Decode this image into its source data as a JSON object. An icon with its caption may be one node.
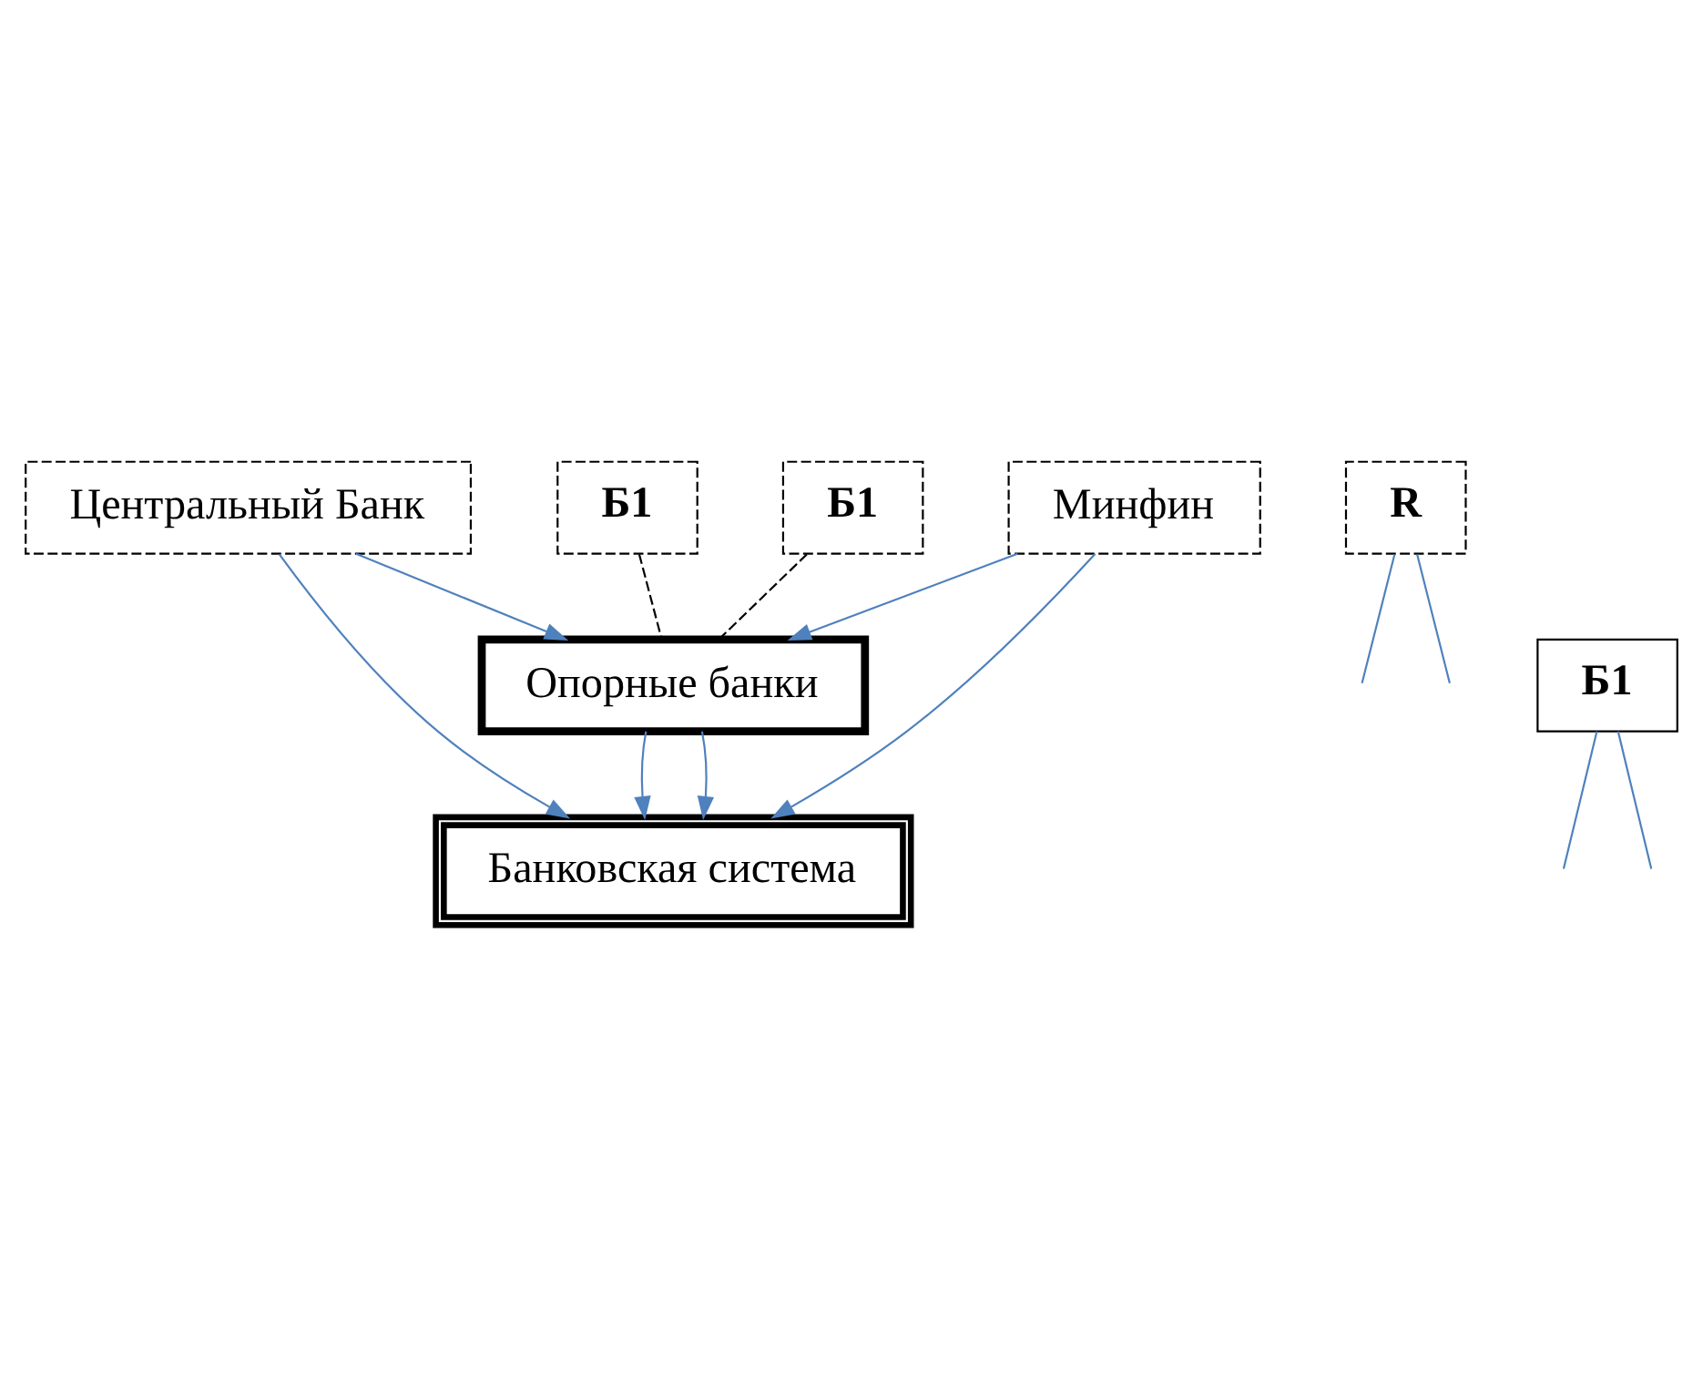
{
  "diagram": {
    "nodes": [
      {
        "text": [
          "Центральный Банк"
        ]
      },
      {
        "text": [
          "Минфин"
        ]
      },
      {
        "text": [
          "Б1"
        ]
      },
      {
        "text": [
          "R"
        ]
      },
      {
        "text": [
          "Б1"
        ]
      },
      {
        "text": [
          "Опорные банки"
        ]
      },
      {
        "text": [
          "Б1"
        ]
      },
      {
        "text": [
          "Банковская система"
        ]
      }
    ],
    "edges": [
      {
        "from": 0,
        "to": 5,
        "arrow": "to"
      },
      {
        "from": 1,
        "to": 5,
        "arrow": "to"
      },
      {
        "from": 3,
        "to": null,
        "arrow": "none"
      },
      {
        "from": 3,
        "to": null,
        "arrow": "none"
      },
      {
        "from": 2,
        "to": 5,
        "arrow": "none",
        "style": "dashed",
        "color": "#000000"
      },
      {
        "from": 4,
        "to": 5,
        "arrow": "none",
        "style": "dashed",
        "color": "#000000"
      },
      {
        "from": 0,
        "to": 7,
        "arrow": "to"
      },
      {
        "from": 1,
        "to": 7,
        "arrow": "to"
      },
      {
        "from": 5,
        "to": 7,
        "arrow": "to"
      },
      {
        "from": 5,
        "to": 7,
        "arrow": "to"
      },
      {
        "from": 6,
        "to": null,
        "arrow": "none"
      },
      {
        "from": 6,
        "to": null,
        "arrow": "none"
      }
    ]
  }
}
